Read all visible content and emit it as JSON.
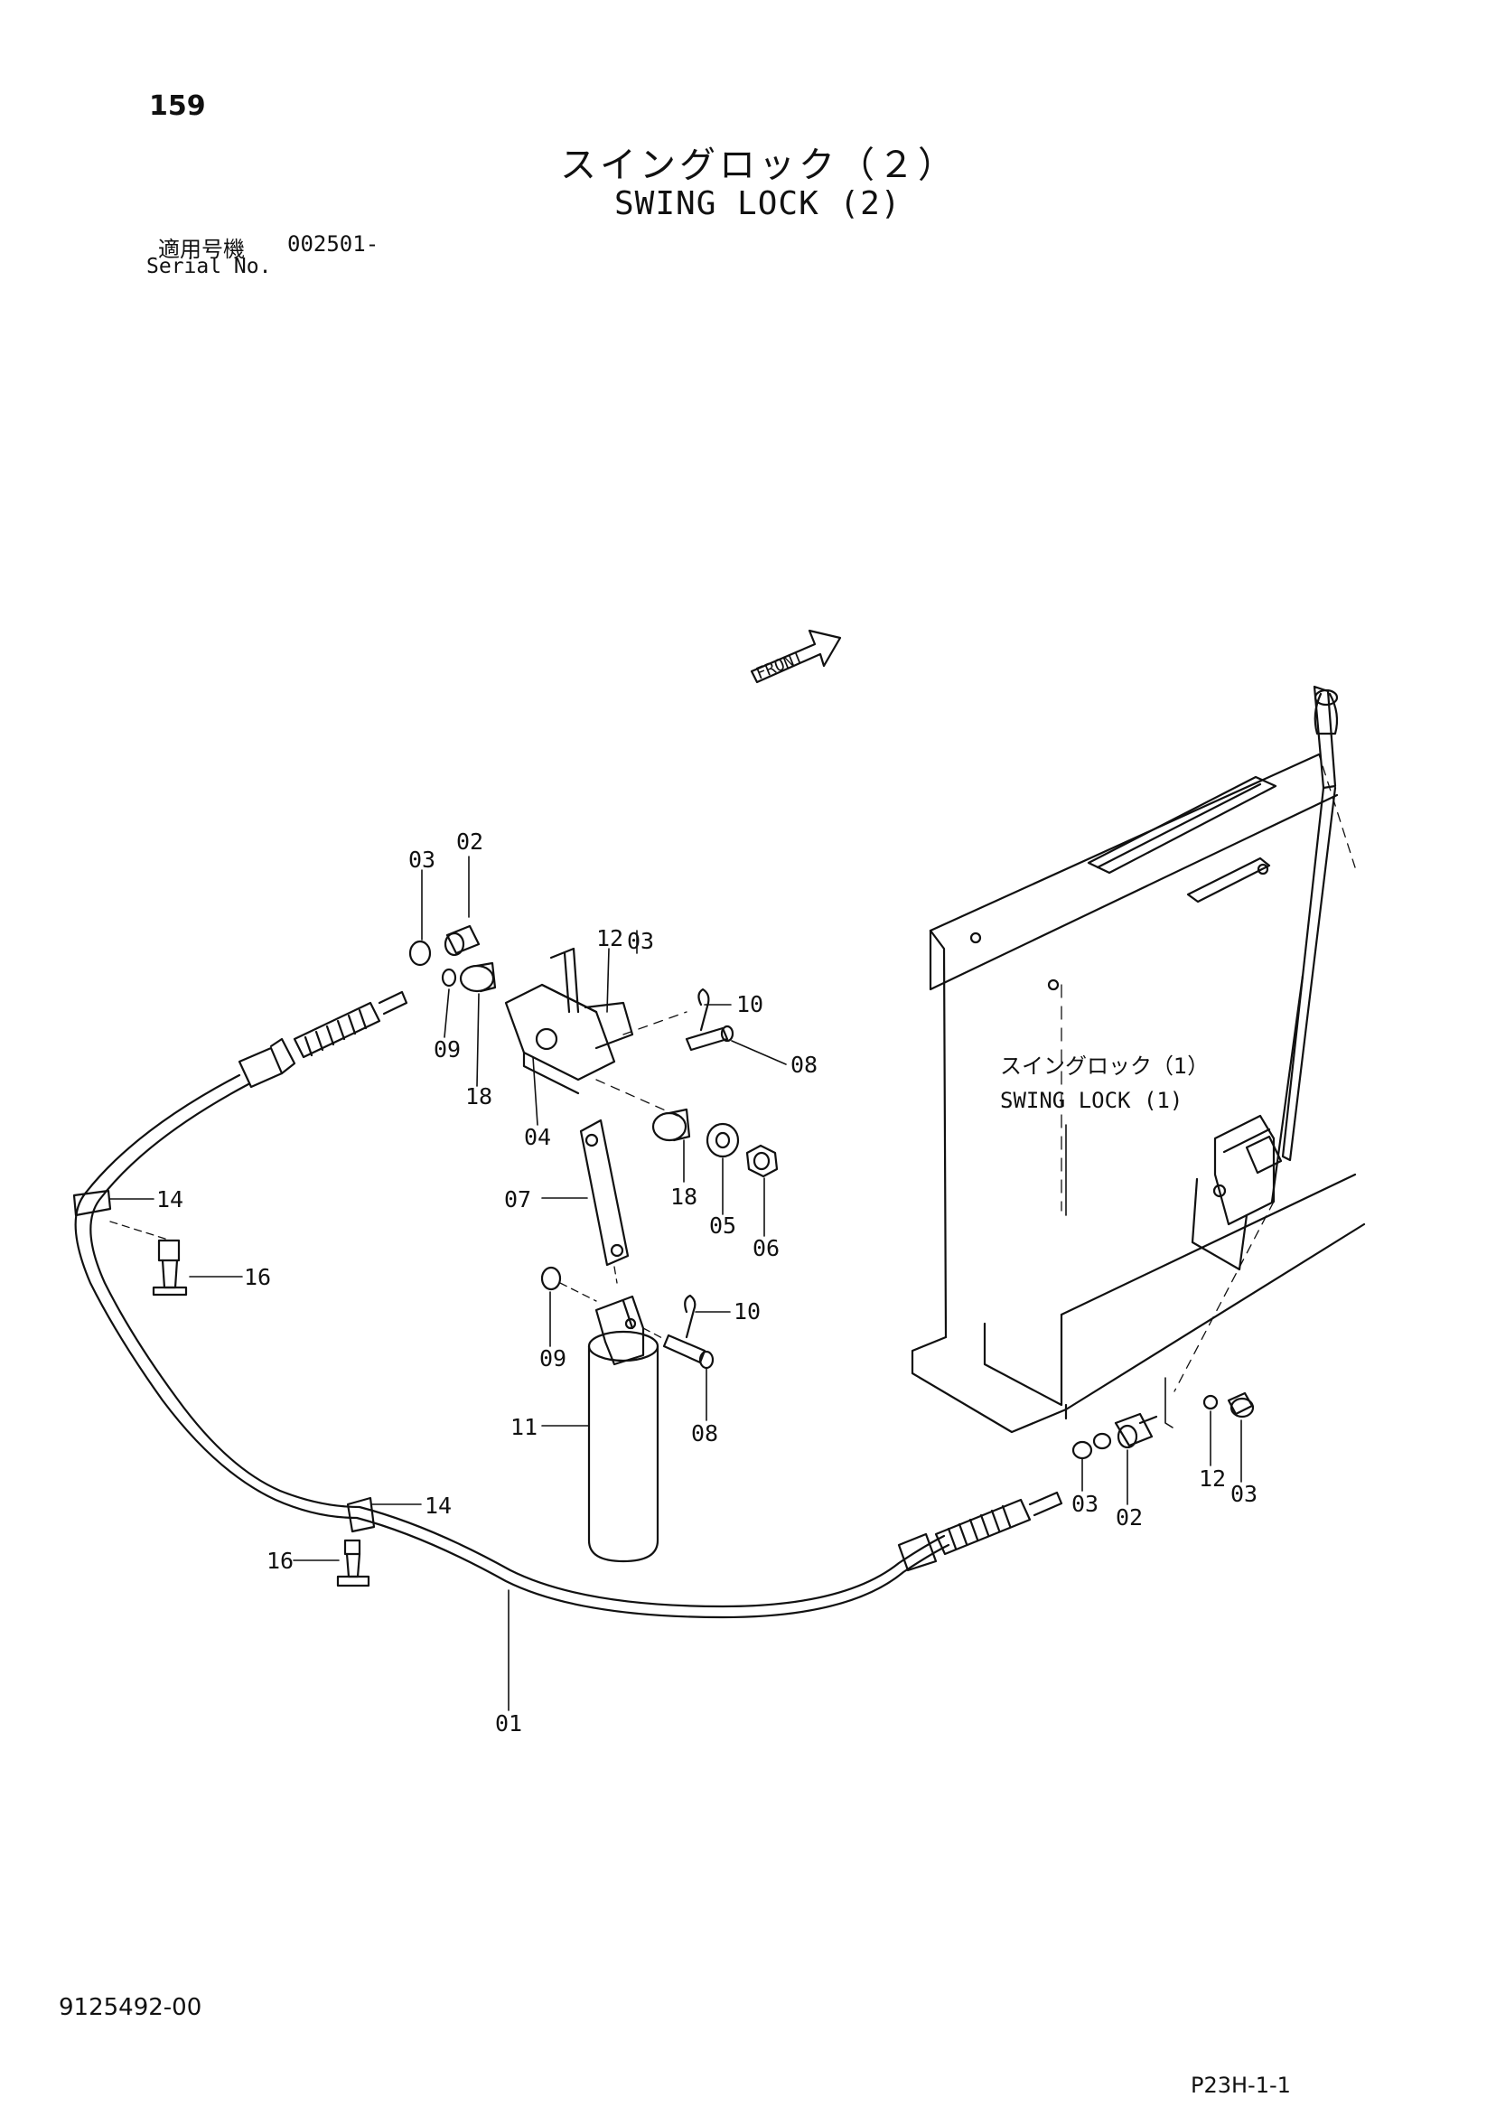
{
  "header": {
    "page_number": "159",
    "title_jp": "スイングロック（２）",
    "title_en": "SWING LOCK (2)",
    "serial_label_jp": "適用号機",
    "serial_value": "002501-",
    "serial_label_en": "Serial No."
  },
  "diagram": {
    "front_label": "FRONT",
    "reference_label_jp": "スイングロック（1）",
    "reference_label_en": "SWING LOCK (1)",
    "callouts": {
      "c01": "01",
      "c02a": "02",
      "c02b": "02",
      "c03a": "03",
      "c03b": "03",
      "c03c": "03",
      "c03d": "03",
      "c04": "04",
      "c05": "05",
      "c06": "06",
      "c07": "07",
      "c08a": "08",
      "c08b": "08",
      "c09a": "09",
      "c09b": "09",
      "c10a": "10",
      "c10b": "10",
      "c11": "11",
      "c12a": "12",
      "c12b": "12",
      "c14a": "14",
      "c14b": "14",
      "c16a": "16",
      "c16b": "16",
      "c18a": "18",
      "c18b": "18"
    }
  },
  "footer": {
    "doc_number": "9125492-00",
    "page_code": "P23H-1-1"
  }
}
